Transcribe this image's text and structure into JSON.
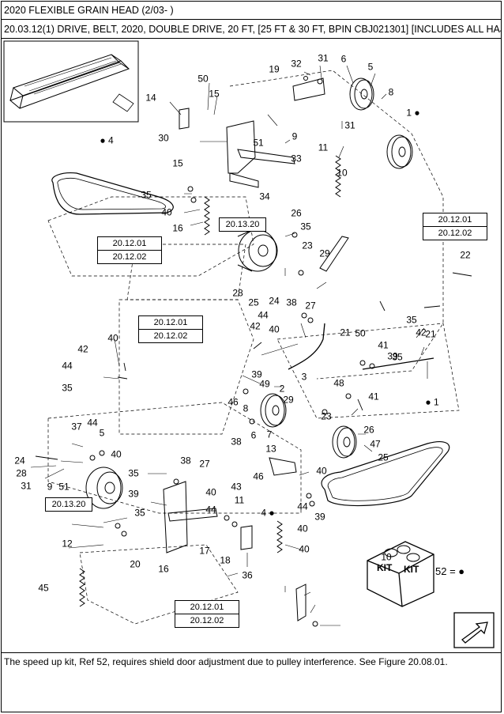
{
  "header": {
    "title": "2020 FLEXIBLE GRAIN HEAD (2/03- )",
    "subtitle": "20.03.12(1) DRIVE, BELT, 2020, DOUBLE DRIVE, 20 FT, [25 FT & 30 FT, BPIN CBJ021301] [INCLUDES ALL HAJ PINS]"
  },
  "footer": {
    "note": "The speed up kit, Ref 52, requires shield door adjustment due to pulley interference. See Figure 20.08.01."
  },
  "kit": {
    "label1": "KIT",
    "label2": "KIT",
    "legend": "52 = ●"
  },
  "callouts": [
    "19",
    "32",
    "31",
    "6",
    "5",
    "50",
    "8",
    "14",
    "15",
    "1 ●",
    "30",
    "9",
    "31",
    "● 4",
    "51",
    "11",
    "33",
    "15",
    "10",
    "35",
    "34",
    "26",
    "40",
    "35",
    "16",
    "23",
    "29",
    "22",
    "28",
    "24",
    "25",
    "38",
    "27",
    "44",
    "40",
    "42",
    "21",
    "42",
    "44",
    "40",
    "41",
    "39",
    "35",
    "42",
    "21",
    "50",
    "35",
    "39",
    "49",
    "2",
    "3",
    "48",
    "41",
    "● 1",
    "46",
    "8",
    "29",
    "23",
    "35",
    "37",
    "44",
    "5",
    "6",
    "7",
    "26",
    "47",
    "13",
    "40",
    "38",
    "27",
    "38",
    "25",
    "24",
    "28",
    "31",
    "9",
    "51",
    "35",
    "46",
    "43",
    "40",
    "40",
    "39",
    "35",
    "11",
    "4 ●",
    "40",
    "39",
    "44",
    "10",
    "44",
    "12",
    "20",
    "40",
    "17",
    "16",
    "18",
    "36",
    "45"
  ],
  "refboxes": [
    {
      "a": "20.12.01",
      "b": "20.12.02"
    },
    {
      "a": "20.13.20"
    },
    {
      "a": "20.12.01",
      "b": "20.12.02"
    },
    {
      "a": "20.12.01",
      "b": "20.12.02"
    },
    {
      "a": "20.13.20"
    },
    {
      "a": "20.12.01",
      "b": "20.12.02"
    }
  ]
}
